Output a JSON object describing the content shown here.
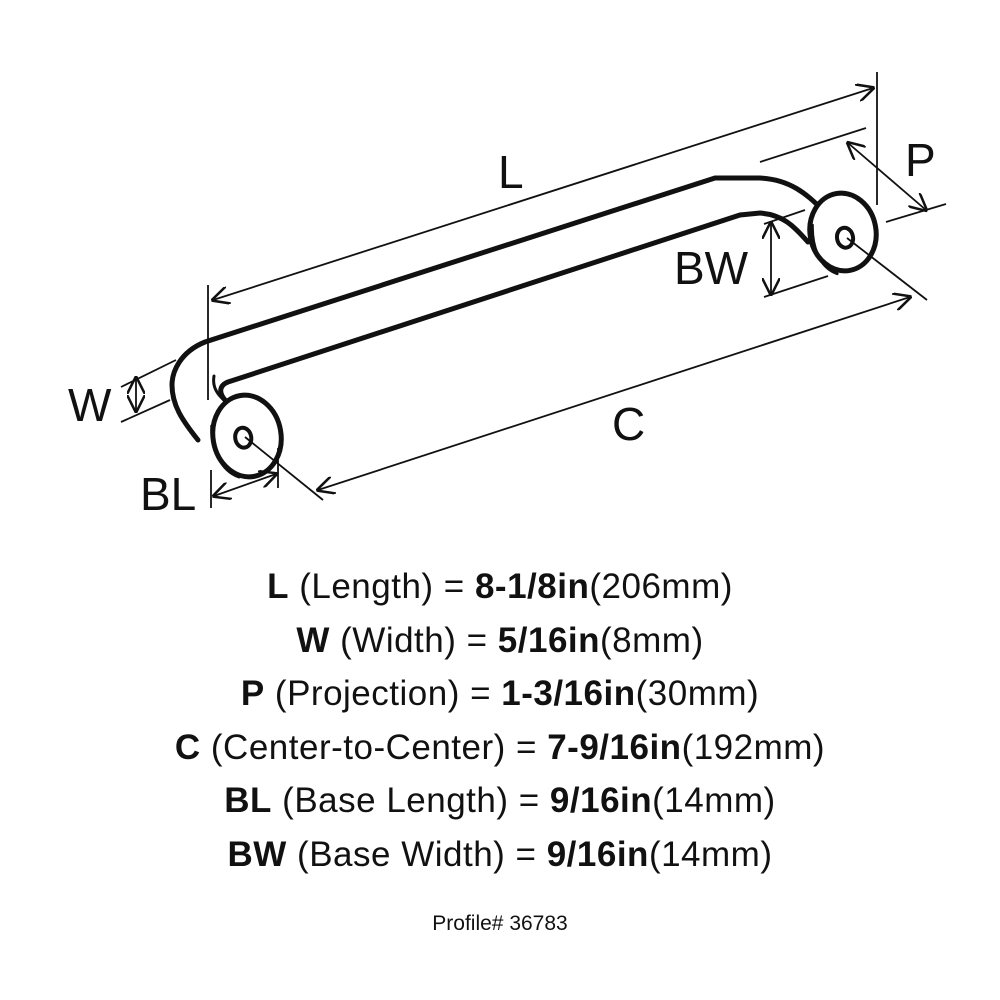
{
  "diagram": {
    "labels": {
      "L": "L",
      "P": "P",
      "BW": "BW",
      "W": "W",
      "C": "C",
      "BL": "BL"
    }
  },
  "specs": [
    {
      "key": "L",
      "desc": " (Length) = ",
      "imperial": "8-1/8in",
      "metric": "(206mm)"
    },
    {
      "key": "W",
      "desc": " (Width) = ",
      "imperial": "5/16in",
      "metric": "(8mm)"
    },
    {
      "key": "P",
      "desc": " (Projection) = ",
      "imperial": "1-3/16in",
      "metric": "(30mm)"
    },
    {
      "key": "C",
      "desc": " (Center-to-Center) = ",
      "imperial": "7-9/16in",
      "metric": "(192mm)"
    },
    {
      "key": "BL",
      "desc": " (Base Length) = ",
      "imperial": "9/16in",
      "metric": "(14mm)"
    },
    {
      "key": "BW",
      "desc": " (Base Width) = ",
      "imperial": "9/16in",
      "metric": "(14mm)"
    }
  ],
  "profile": "Profile# 36783"
}
